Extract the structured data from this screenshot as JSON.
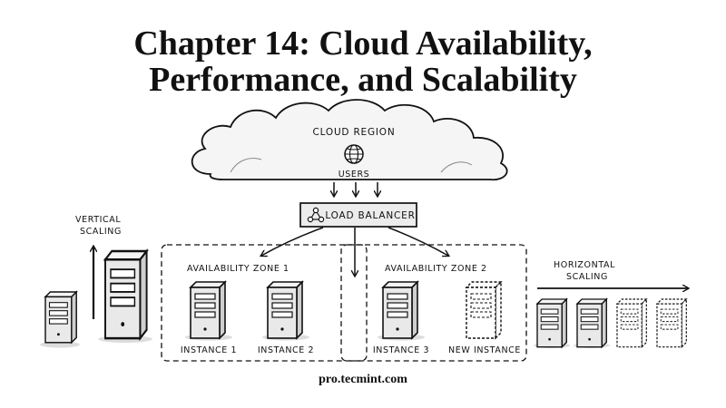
{
  "title": {
    "line1": "Chapter 14: Cloud Availability,",
    "line2": "Performance, and Scalability"
  },
  "cloud": {
    "label": "CLOUD REGION",
    "users_label": "USERS",
    "icon": "globe-icon"
  },
  "load_balancer": {
    "label": "LOAD BALANCER",
    "icon": "network-nodes-icon"
  },
  "vertical_scaling": {
    "line1": "VERTICAL",
    "line2": "SCALING"
  },
  "horizontal_scaling": {
    "line1": "HORIZONTAL",
    "line2": "SCALING"
  },
  "zones": [
    {
      "label": "AVAILABILITY ZONE 1",
      "instances": [
        "INSTANCE 1",
        "INSTANCE 2"
      ]
    },
    {
      "label": "AVAILABILITY ZONE 2",
      "instances": [
        "INSTANCE 3",
        "NEW INSTANCE"
      ]
    }
  ],
  "footer": "pro.tecmint.com",
  "colors": {
    "ink": "#111111",
    "server_fill": "#e9e9e9",
    "background": "#ffffff"
  }
}
